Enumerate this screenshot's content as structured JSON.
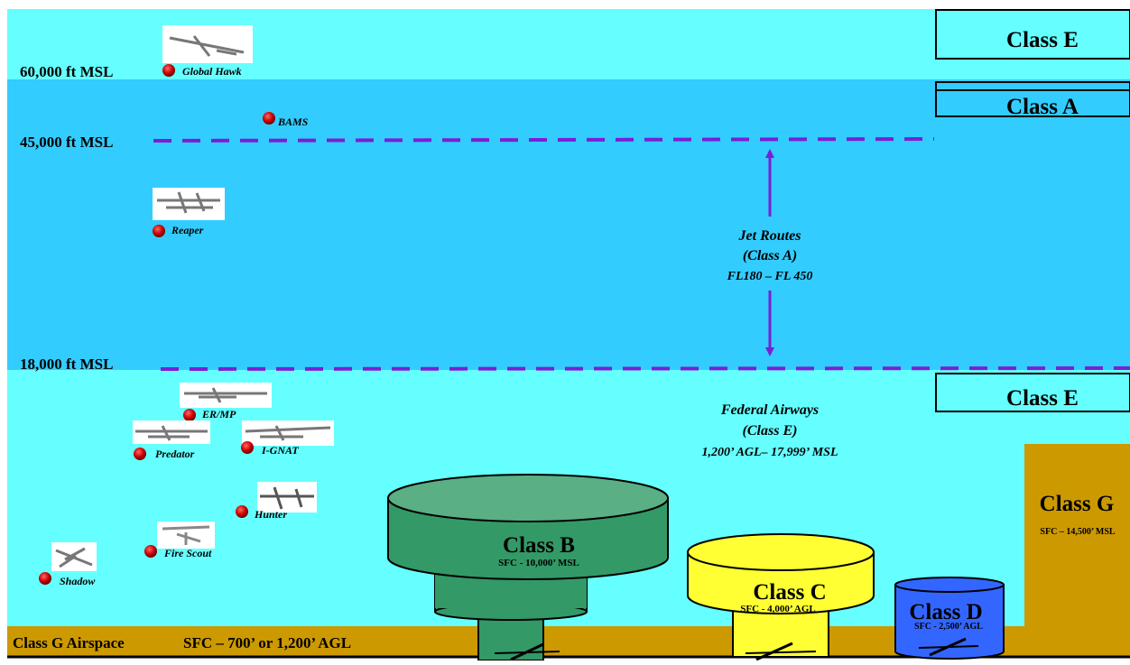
{
  "altitudes": {
    "alt_60k": "60,000 ft MSL",
    "alt_45k": "45,000 ft MSL",
    "alt_18k": "18,000 ft MSL"
  },
  "right_labels": {
    "class_e_top": "Class E",
    "class_a": "Class A",
    "class_e_mid": "Class E"
  },
  "jet_routes": {
    "line1": "Jet Routes",
    "line2": "(Class A)",
    "line3": "FL180 – FL 450"
  },
  "federal_airways": {
    "line1": "Federal Airways",
    "line2": "(Class E)",
    "line3": "1,200’ AGL– 17,999’ MSL"
  },
  "airspaces": {
    "class_b": {
      "name": "Class B",
      "range": "SFC - 10,000’ MSL"
    },
    "class_c": {
      "name": "Class C",
      "range": "SFC - 4,000’ AGL"
    },
    "class_d": {
      "name": "Class D",
      "range": "SFC - 2,500’ AGL"
    },
    "class_g_right": {
      "name": "Class G",
      "range": "SFC – 14,500’ MSL"
    }
  },
  "class_g_bar": {
    "label": "Class G Airspace",
    "range": "SFC – 700’ or 1,200’ AGL"
  },
  "uavs": {
    "global_hawk": "Global Hawk",
    "bams": "BAMS",
    "reaper": "Reaper",
    "er_mp": "ER/MP",
    "predator": "Predator",
    "i_gnat": "I-GNAT",
    "hunter": "Hunter",
    "fire_scout": "Fire Scout",
    "shadow": "Shadow"
  },
  "colors": {
    "upper_sky": "#66ffff",
    "class_a_band": "#33ccff",
    "lower_sky": "#66ffff",
    "class_g_ground": "#cc9900",
    "class_b": "#339966",
    "class_b_top": "#5aaf85",
    "class_c": "#ffff33",
    "class_d": "#3366ff",
    "dashed_line": "#7a1fd6",
    "arrow": "#7a1fd6",
    "marker": "#cc0000"
  }
}
